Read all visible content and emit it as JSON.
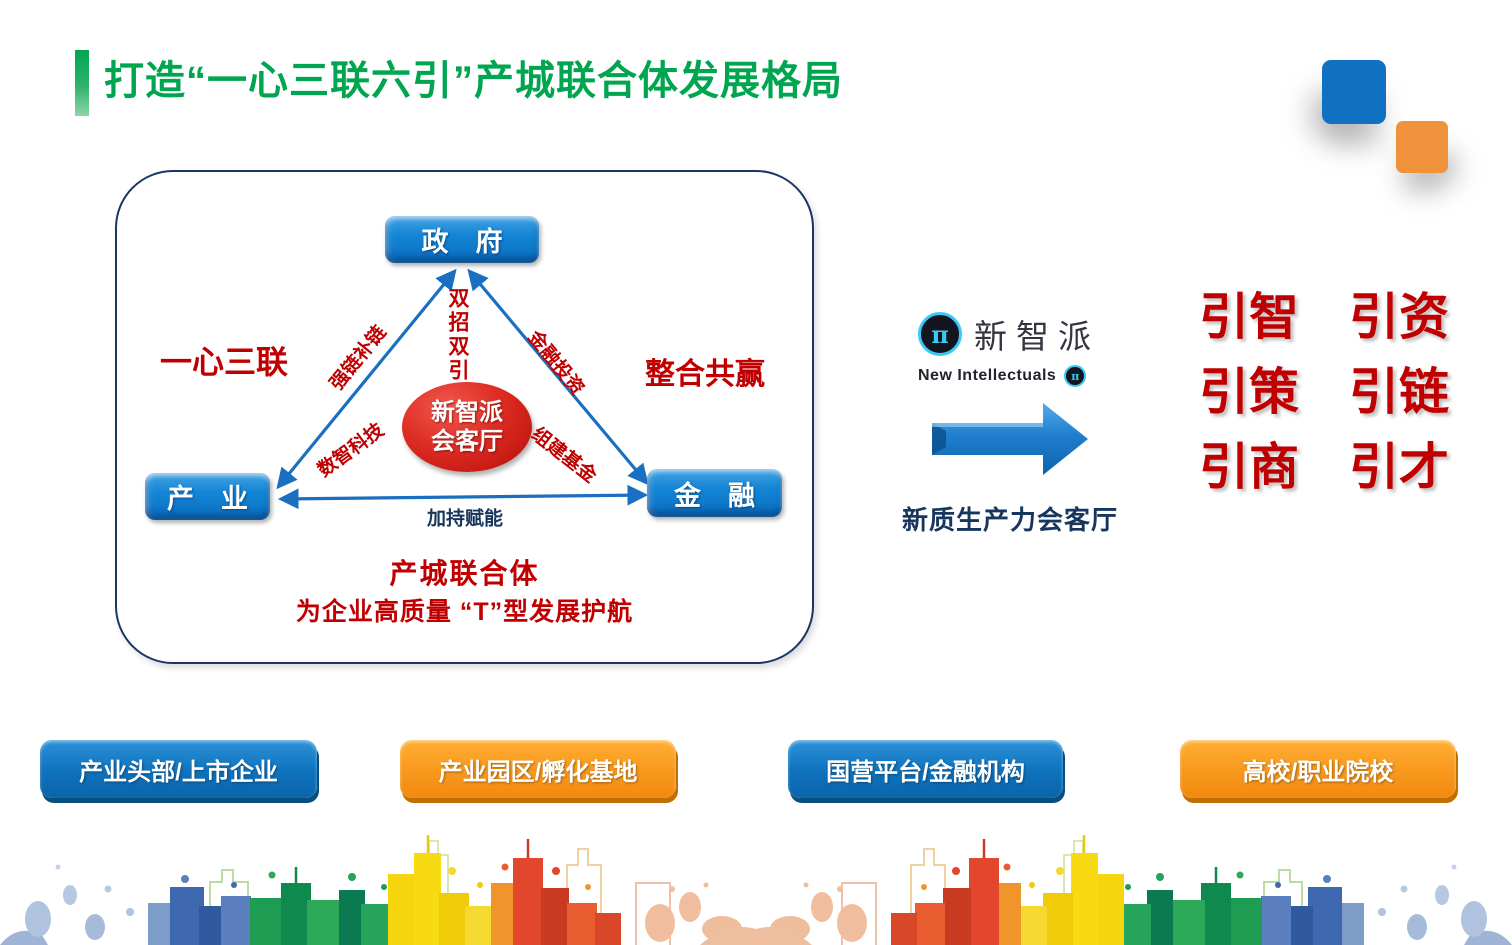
{
  "header": {
    "title": "打造“一心三联六引”产城联合体发展格局"
  },
  "diagram": {
    "nodes": {
      "government": "政　府",
      "industry": "产　业",
      "finance": "金　融"
    },
    "center": {
      "line1": "新智派",
      "line2": "会客厅"
    },
    "edge_labels": {
      "vertical": "双招双引",
      "left_upper": "强链补链",
      "right_upper": "金融投资",
      "left_lower": "数智科技",
      "right_lower": "组建基金",
      "bottom": "加持赋能"
    },
    "side_labels": {
      "left": "一心三联",
      "right": "整合共赢"
    },
    "captions": {
      "line1": "产城联合体",
      "line2": "为企业高质量 “T”型发展护航"
    }
  },
  "brand": {
    "logo_symbol": "π",
    "name_cn": "新智派",
    "name_en": "New Intellectuals",
    "caption": "新质生产力会客厅"
  },
  "slogan": {
    "lines": [
      "引智　引资",
      "引策　引链",
      "引商　引才"
    ]
  },
  "bottom_buttons": [
    {
      "label": "产业头部/上市企业",
      "color": "blue"
    },
    {
      "label": "产业园区/孵化基地",
      "color": "orange"
    },
    {
      "label": "国营平台/金融机构",
      "color": "blue"
    },
    {
      "label": "高校/职业院校",
      "color": "orange"
    }
  ],
  "icons": {
    "logo": "pi-circle-icon",
    "arrow": "right-arrow-icon",
    "decoration": "city-skyline-watercolor"
  },
  "colors": {
    "title_green": "#00A550",
    "node_blue": "#0E76C4",
    "accent_red": "#C00000",
    "navy": "#17365D",
    "button_blue": "#0E72BC",
    "button_orange": "#F8981D",
    "arrow_blue": "#1B6FC0"
  }
}
